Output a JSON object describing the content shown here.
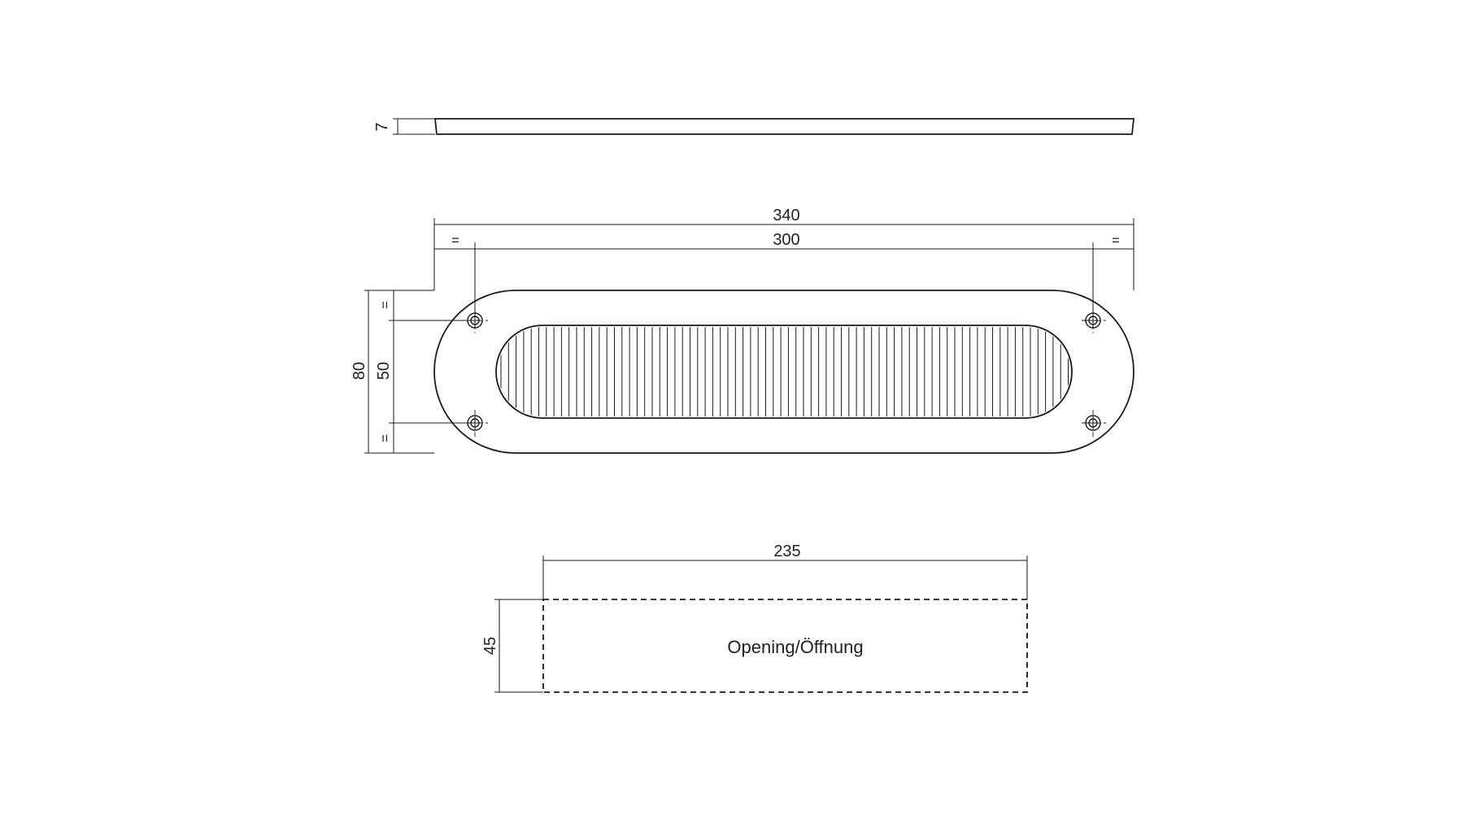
{
  "drawing": {
    "side_view": {
      "thickness": "7"
    },
    "front_view": {
      "overall_width": "340",
      "hole_spacing_horizontal": "300",
      "overall_height": "80",
      "hole_spacing_vertical": "50",
      "equal_mark": "="
    },
    "cutout_view": {
      "width": "235",
      "height": "45",
      "label": "Opening/Öffnung"
    }
  }
}
